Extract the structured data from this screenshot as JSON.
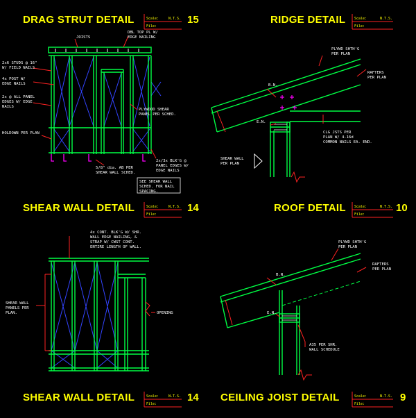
{
  "colors": {
    "background": "#000000",
    "title": "#ffff00",
    "framing": "#00ff44",
    "bracing": "#3344ff",
    "leader": "#ff2222",
    "text": "#ffffff",
    "accent": "#ff00ff"
  },
  "labels": {
    "scale": "Scale:",
    "file": "File:",
    "nts": "N.T.S."
  },
  "details": [
    {
      "title": "DRAG STRUT DETAIL",
      "number": "15"
    },
    {
      "title": "RIDGE DETAIL",
      "number": ""
    },
    {
      "title": "SHEAR WALL DETAIL",
      "number": "14"
    },
    {
      "title": "ROOF DETAIL",
      "number": "10"
    },
    {
      "title": "SHEAR WALL DETAIL",
      "number": "14"
    },
    {
      "title": "CEILING JOIST DETAIL",
      "number": "9"
    }
  ],
  "notes": {
    "d1": {
      "joists": "JOISTS",
      "top_pl": [
        "DBL TOP PL W/",
        "EDGE NAILING"
      ],
      "studs": [
        "2x6 STUDS @ 16\"",
        "W/ FIELD NAILS"
      ],
      "post": [
        "4x POST W/",
        "EDGE NAILS"
      ],
      "panel_edges": [
        "2x @ ALL PANEL",
        "EDGES W/ EDGE",
        "NAILS"
      ],
      "plywood": [
        "PLYWOOD SHEAR",
        "PANEL PER SCHED."
      ],
      "holdown": "HOLDOWN PER PLAN",
      "anchor": [
        "5/8\" dia. AB PER",
        "SHEAR WALL SCHED."
      ],
      "blkg": [
        "2x/3x BLK'G @",
        "PANEL EDGES W/",
        "EDGE NAILS"
      ],
      "see": [
        "SEE SHEAR WALL",
        "SCHED. FOR NAIL",
        "SPACING."
      ]
    },
    "d2": {
      "plywd": [
        "PLYWD SHTH'G",
        "PER PLAN"
      ],
      "rafters": [
        "RAFTERS",
        "PER PLAN"
      ],
      "bn": "B.N.",
      "en": "E.N.",
      "clg": [
        "CLG JSTS PER",
        "PLAN W/ 4-16d",
        "COMMON NAILS EA. END."
      ],
      "shear": [
        "SHEAR WALL",
        "PER PLAN"
      ]
    },
    "d3": {
      "cont": [
        "4x CONT. BLK'G W/ SHR.",
        "WALL EDGE NAILING, &",
        "STRAP W/ CWST CONT.",
        "ENTIRE LENGTH OF WALL."
      ],
      "panels": [
        "SHEAR WALL",
        "PANELS PER",
        "PLAN."
      ],
      "opening": "OPENING"
    },
    "d4": {
      "plywd": [
        "PLYWD SHTH'G",
        "PER PLAN"
      ],
      "rafters": [
        "RAFTERS",
        "PER PLAN"
      ],
      "bn": "B.N.",
      "en": "E.N.",
      "a35": [
        "A35 PER SHR.",
        "WALL SCHEDULE"
      ]
    }
  }
}
